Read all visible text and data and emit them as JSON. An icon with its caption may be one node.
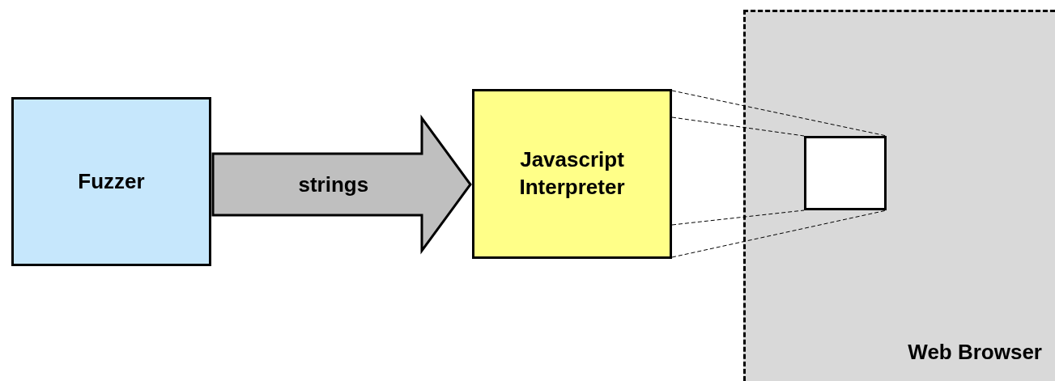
{
  "diagram": {
    "nodes": [
      {
        "text": [
          "Fuzzer"
        ]
      },
      {
        "text": [
          "Javascript Interpreter"
        ]
      },
      {
        "text": [
          "Web Browser"
        ]
      },
      {
        "text": [],
        "shape": "box",
        "in": 2
      }
    ],
    "edges": [
      {
        "from": 0,
        "to": 1,
        "arrow": "to",
        "label": "strings",
        "style": "thick"
      },
      {
        "from": 1,
        "to": 3,
        "arrow": "none",
        "style": "dashed"
      },
      {
        "from": 1,
        "to": 3,
        "arrow": "none",
        "style": "dashed"
      },
      {
        "from": 1,
        "to": 3,
        "arrow": "none",
        "style": "dashed"
      },
      {
        "from": 1,
        "to": 3,
        "arrow": "none",
        "style": "dashed"
      }
    ]
  }
}
